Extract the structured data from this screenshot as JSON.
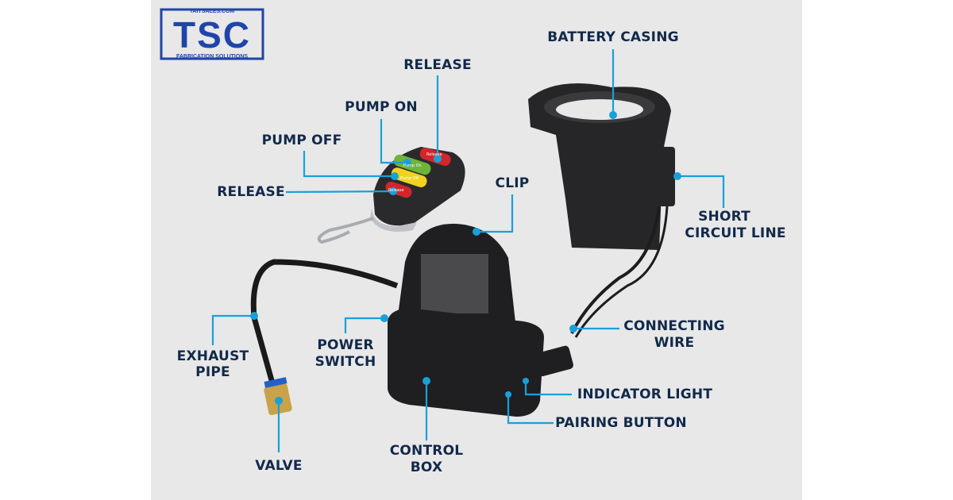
{
  "logo": {
    "top_text": "TAITSALES.COM",
    "main_text": "TSC",
    "bottom_text": "FABRICATION SOLUTIONS",
    "color": "#1f45a8"
  },
  "colors": {
    "label_text": "#12294a",
    "leader_line": "#1aa0d8",
    "background": "#e8e8e9"
  },
  "labels": {
    "battery_casing": "BATTERY CASING",
    "release_top": "RELEASE",
    "pump_on": "PUMP ON",
    "pump_off": "PUMP OFF",
    "release_bottom": "RELEASE",
    "clip": "CLIP",
    "short_circuit_line_1": "SHORT",
    "short_circuit_line_2": "CIRCUIT LINE",
    "connecting_wire_1": "CONNECTING",
    "connecting_wire_2": "WIRE",
    "indicator_light": "INDICATOR LIGHT",
    "pairing_button": "PAIRING BUTTON",
    "control_box_1": "CONTROL",
    "control_box_2": "BOX",
    "valve": "VALVE",
    "exhaust_pipe_1": "EXHAUST",
    "exhaust_pipe_2": "PIPE",
    "power_switch_1": "POWER",
    "power_switch_2": "SWITCH"
  },
  "remote_buttons": [
    "Release",
    "Pump On",
    "Pump Off",
    "Release"
  ]
}
